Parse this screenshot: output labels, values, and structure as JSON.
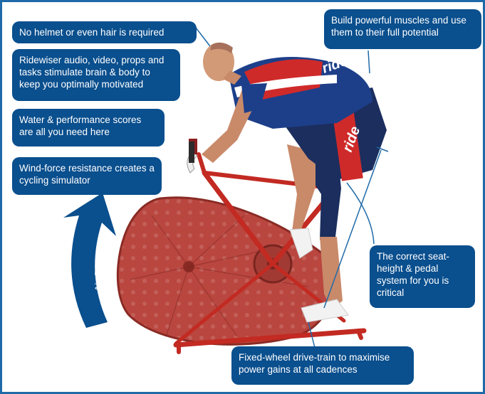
{
  "callouts": {
    "helmet": "No helmet or even hair is required",
    "ridewiser": "Ridewiser audio, video, props and tasks stimulate brain & body to keep you optimally motivated",
    "water": "Water & performance scores are all you need here",
    "wind": "Wind-force resistance creates a cycling simulator",
    "muscles": "Build powerful muscles and use them to their full potential",
    "seat": "The correct seat-height & pedal system for you is critical",
    "drivetrain": "Fixed-wheel drive-train to maximise power gains at all cadences"
  },
  "airflow_label": "Air-flow",
  "jersey_text": "ride",
  "colors": {
    "callout_bg": "#0a4f8e",
    "frame_border": "#1f6aa8",
    "fan_red": "#b8403a",
    "bike_red": "#c22a22",
    "jersey_blue": "#1d3f8a",
    "jersey_red": "#cf2a2a",
    "skin": "#d39a78"
  }
}
